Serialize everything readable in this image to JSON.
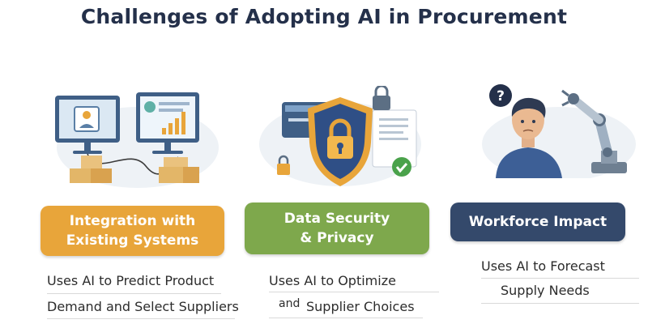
{
  "title": "Challenges of Adopting AI in Procurement",
  "columns": [
    {
      "label_line1": "Integration with",
      "label_line2": "Existing Systems",
      "desc_line1": "Uses AI to Predict Product",
      "desc_line2": "Demand and Select Suppliers",
      "accent": "#e8a53a",
      "icon": "connected-monitors-icon"
    },
    {
      "label_line1": "Data Security",
      "label_line2": "& Privacy",
      "desc_line1": "Uses AI to Optimize",
      "desc_line2a": "and",
      "desc_line2b": "Supplier Choices",
      "accent": "#7ea84c",
      "icon": "security-shield-lock-icon"
    },
    {
      "label_line1": "Workforce Impact",
      "desc_line1": "Uses AI to Forecast",
      "desc_line2": "Supply Needs",
      "accent": "#34496b",
      "icon": "worker-robot-arm-icon"
    }
  ],
  "question_mark": "?"
}
